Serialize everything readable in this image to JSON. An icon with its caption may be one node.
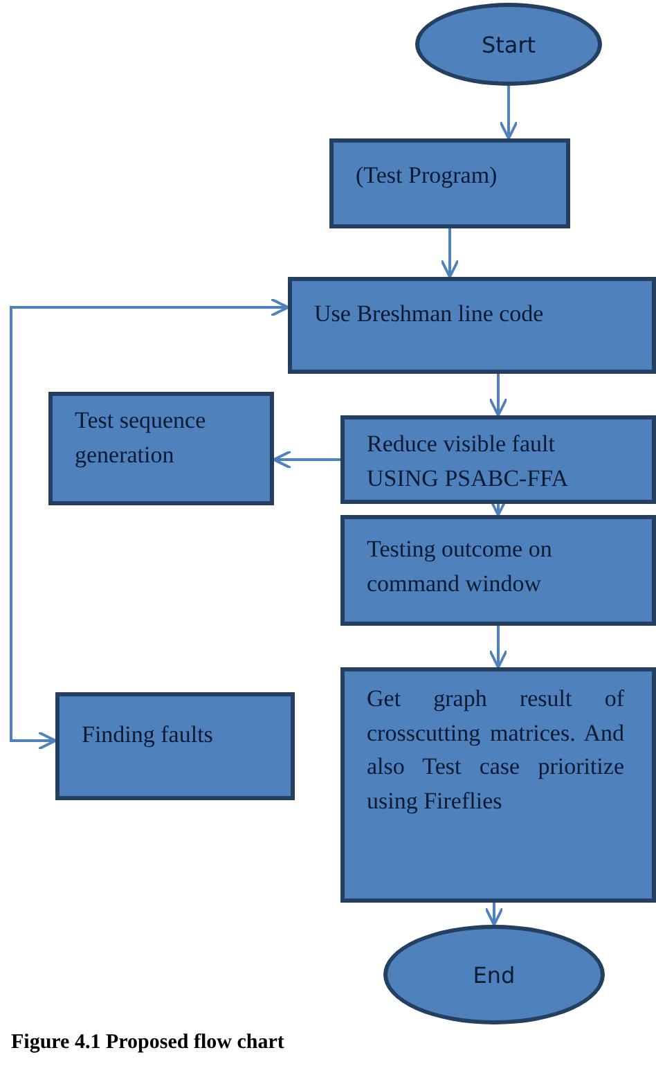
{
  "diagram": {
    "caption": "Figure 4.1 Proposed flow chart",
    "nodes": [
      {
        "text": [
          "Start"
        ]
      },
      {
        "text": [
          "(Test Program)"
        ]
      },
      {
        "text": [
          "Use Breshman line code"
        ]
      },
      {
        "text": [
          "Test sequence generation"
        ]
      },
      {
        "text": [
          "Reduce visible fault USING PSABC-FFA"
        ]
      },
      {
        "text": [
          "Testing outcome on command window"
        ]
      },
      {
        "text": [
          "Get graph result of crosscutting matrices. And also Test case prioritize using Fireflies"
        ]
      },
      {
        "text": [
          "Finding faults"
        ]
      },
      {
        "text": [
          "End"
        ]
      }
    ],
    "edges": [
      {
        "from": 0,
        "to": 1,
        "arrow": "to"
      },
      {
        "from": 1,
        "to": 2,
        "arrow": "to"
      },
      {
        "from": 2,
        "to": 4,
        "arrow": "to"
      },
      {
        "from": 4,
        "to": 3,
        "arrow": "to"
      },
      {
        "from": 4,
        "to": 5,
        "arrow": "to"
      },
      {
        "from": 5,
        "to": 6,
        "arrow": "to"
      },
      {
        "from": 6,
        "to": 8,
        "arrow": "to"
      },
      {
        "from": 7,
        "to": 2,
        "arrow": "both"
      }
    ]
  }
}
